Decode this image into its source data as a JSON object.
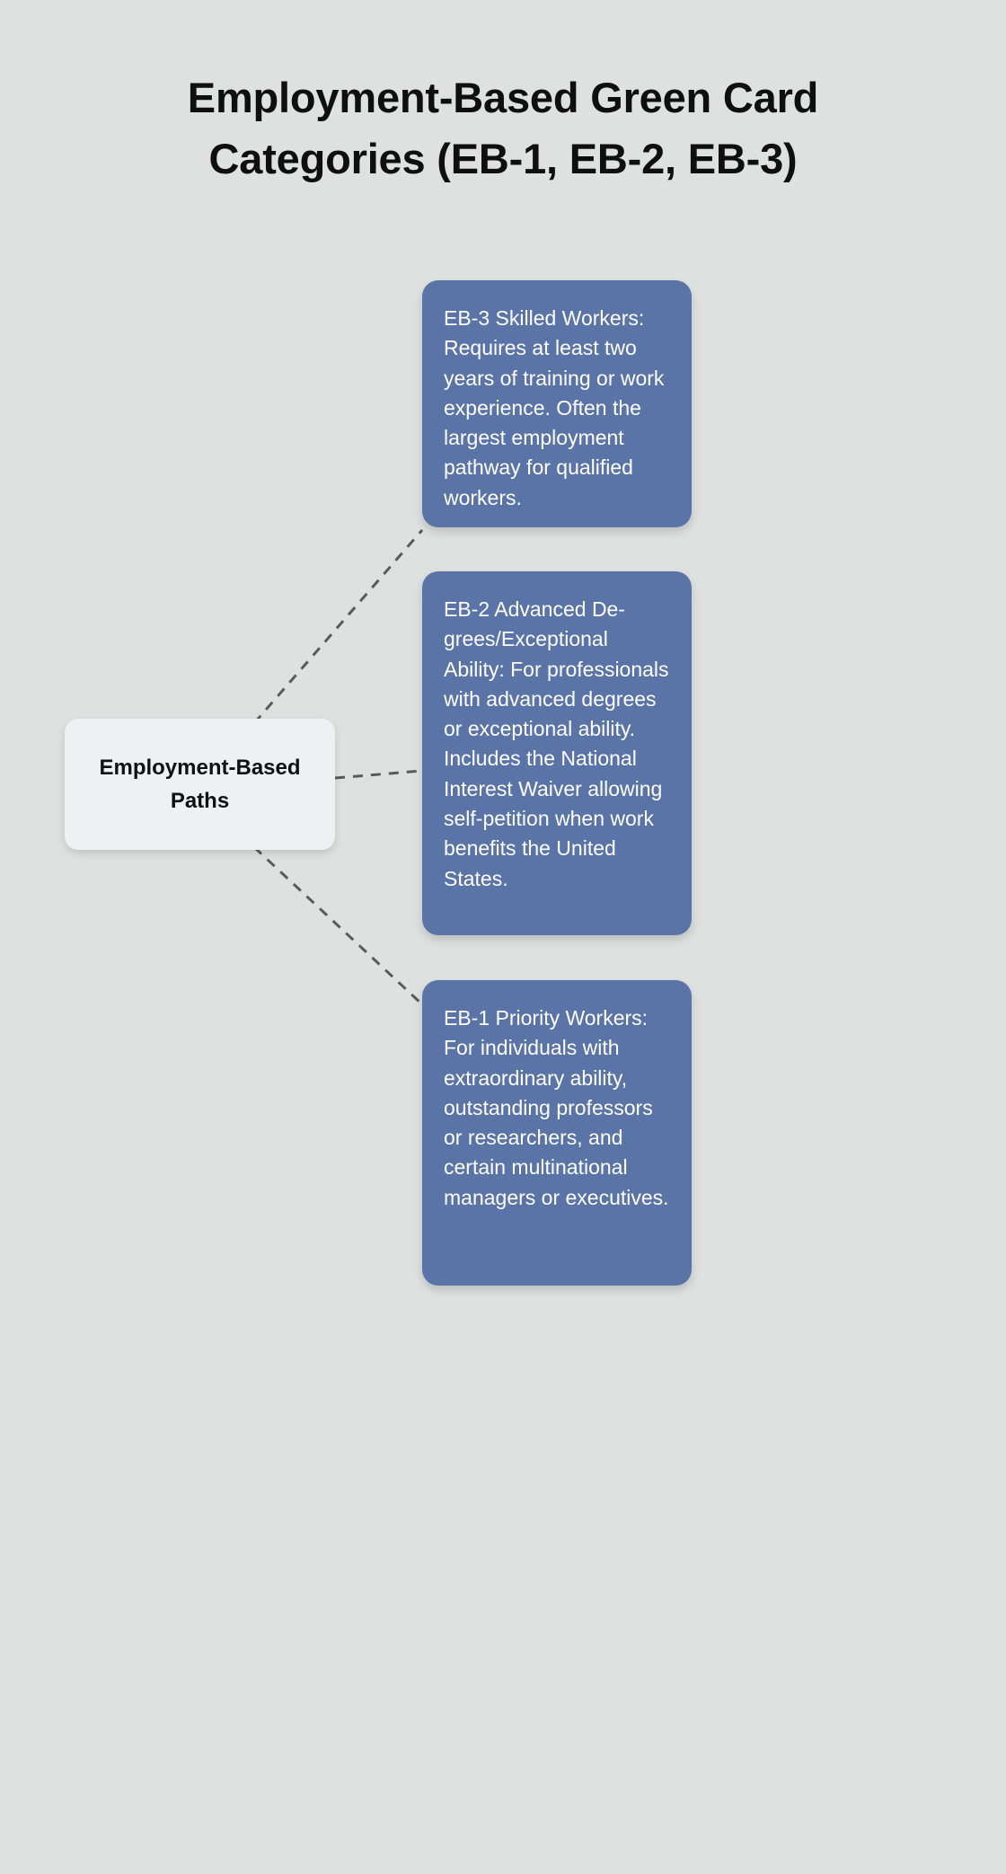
{
  "page": {
    "background_color": "#dfe1e0",
    "title_lines": [
      "Employment-Based Green Card",
      "Categories (EB-1, EB-2, EB-3)"
    ],
    "title_full": "Employment-Based Green Card Categories (EB-1, EB-2, EB-3)"
  },
  "diagram": {
    "type": "mind-map",
    "root": {
      "label": "Employment-Based Paths",
      "background_color": "#eef0f1",
      "text_color": "#111111"
    },
    "connector": {
      "style": "dashed",
      "color": "#5a5a5a"
    },
    "branches": [
      {
        "id": "eb3",
        "key": "EB-3",
        "text": "EB-3 Skilled Workers: Requires at least two years of training or work experience. Often the largest employment pathway for qualified workers.",
        "background_color": "#5b74a8",
        "text_color": "#ffffff"
      },
      {
        "id": "eb2",
        "key": "EB-2",
        "text": "EB-2 Advanced De­grees/Exceptional Ability: For professionals with advanced degrees or exceptional ability. Includes the National Interest Waiver allowing self-petition when work benefits the United States.",
        "background_color": "#5b74a8",
        "text_color": "#ffffff"
      },
      {
        "id": "eb1",
        "key": "EB-1",
        "text": "EB-1 Priority Workers: For individuals with extraordinary ability, outstanding professors or researchers, and certain multinational managers or executives.",
        "background_color": "#5b74a8",
        "text_color": "#ffffff"
      }
    ]
  }
}
